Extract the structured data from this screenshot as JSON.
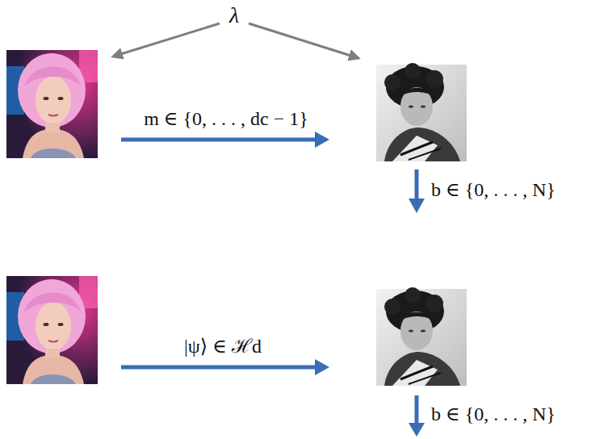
{
  "diagram": {
    "labels": [
      "λ",
      "m ∈ {0, . . . , dc − 1}",
      "b ∈ {0, . . . , N}",
      "|ψ⟩ ∈ ℋd",
      "b ∈ {0, . . . , N}"
    ]
  }
}
